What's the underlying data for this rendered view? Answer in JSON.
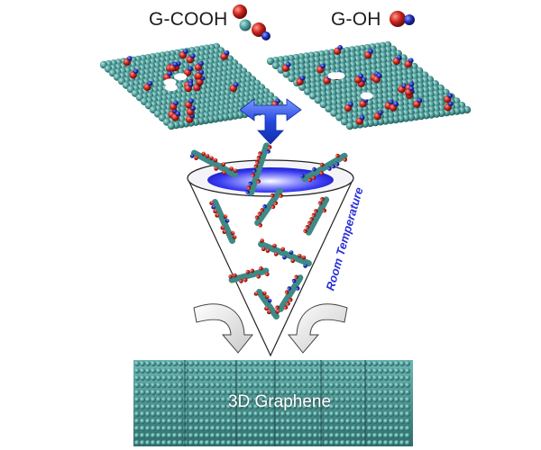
{
  "labels": {
    "left_sheet": "G-COOH",
    "right_sheet": "G-OH",
    "process": "Room Temperature",
    "product": "3D Graphene"
  },
  "colors": {
    "carbon": "#4f9f9c",
    "carbon_dark": "#2f6e6c",
    "oxygen": "#c8211b",
    "hydrogen": "#1f2fb8",
    "arrow_blue": "#2448e0",
    "funnel_glow": "#3a3cf0",
    "process_text": "#2a2fd8"
  }
}
